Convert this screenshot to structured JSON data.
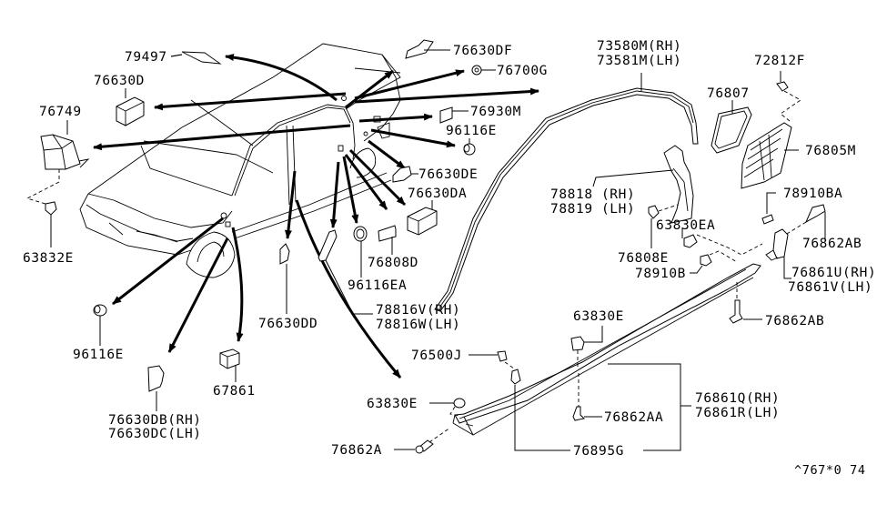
{
  "diagram": {
    "title": "Body Side Moulding & Trim Parts",
    "footer_code": "^767*0 74",
    "colors": {
      "line": "#000000",
      "background": "#ffffff"
    },
    "labels": {
      "p79497": "79497",
      "p76630DF": "76630DF",
      "p76700G": "76700G",
      "p76630D": "76630D",
      "p76930M": "76930M",
      "p76749": "76749",
      "p96116E_top": "96116E",
      "p76630DE": "76630DE",
      "p76630DA": "76630DA",
      "p63832E": "63832E",
      "p76808D": "76808D",
      "p96116EA": "96116EA",
      "p78816_rh": "78816V(RH)",
      "p78816_lh": "78816W(LH)",
      "p76630DD": "76630DD",
      "p96116E_bottom": "96116E",
      "p67861": "67861",
      "p76630DB_rh": "76630DB(RH)",
      "p76630DC_lh": "76630DC(LH)",
      "p73580M_rh": "73580M(RH)",
      "p73581M_lh": "73581M(LH)",
      "p72812F": "72812F",
      "p76807": "76807",
      "p76805M": "76805M",
      "p78818_rh": "78818 (RH)",
      "p78819_lh": "78819 (LH)",
      "p78910BA": "78910BA",
      "p63830EA": "63830EA",
      "p76862AB_top": "76862AB",
      "p76808E": "76808E",
      "p78910B": "78910B",
      "p76861U_rh": "76861U(RH)",
      "p76861V_lh": "76861V(LH)",
      "p76862AB_bottom": "76862AB",
      "p63830E_top": "63830E",
      "p76500J": "76500J",
      "p63830E_left": "63830E",
      "p76861Q_rh": "76861Q(RH)",
      "p76861R_lh": "76861R(LH)",
      "p76862AA": "76862AA",
      "p76862A": "76862A",
      "p76895G": "76895G"
    }
  }
}
